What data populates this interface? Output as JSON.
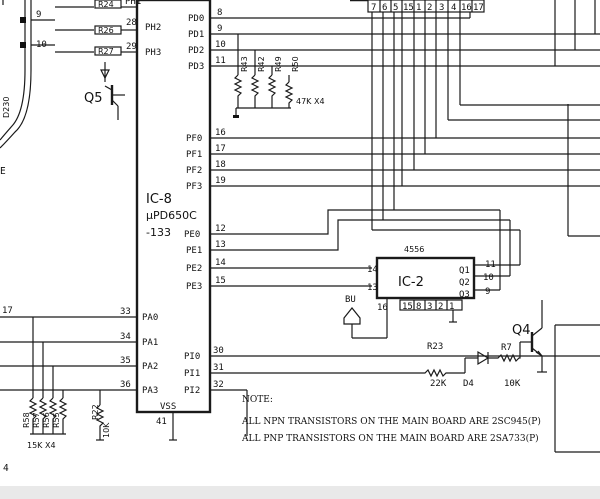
{
  "ic8": {
    "name": "IC-8",
    "part": "μPD650C",
    "suffix": "-133",
    "pins_right": [
      {
        "label": "PD0",
        "num": "8"
      },
      {
        "label": "PD1",
        "num": "9"
      },
      {
        "label": "PD2",
        "num": "10"
      },
      {
        "label": "PD3",
        "num": "11"
      },
      {
        "label": "PF0",
        "num": "16"
      },
      {
        "label": "PF1",
        "num": "17"
      },
      {
        "label": "PF2",
        "num": "18"
      },
      {
        "label": "PF3",
        "num": "19"
      },
      {
        "label": "PE0",
        "num": "12"
      },
      {
        "label": "PE1",
        "num": "13"
      },
      {
        "label": "PE2",
        "num": "14"
      },
      {
        "label": "PE3",
        "num": "15"
      },
      {
        "label": "PI0",
        "num": "30"
      },
      {
        "label": "PI1",
        "num": "31"
      },
      {
        "label": "PI2",
        "num": "32"
      }
    ],
    "pins_left": [
      {
        "label": "PH2",
        "num": "28"
      },
      {
        "label": "PH3",
        "num": "29"
      },
      {
        "label": "PA0",
        "num": "33"
      },
      {
        "label": "PA1",
        "num": "34"
      },
      {
        "label": "PA2",
        "num": "35"
      },
      {
        "label": "PA3",
        "num": "36"
      }
    ],
    "vss": "VSS",
    "vss_pin": "41"
  },
  "ic2": {
    "name": "IC-2",
    "part": "4556",
    "pins_left": [
      "14",
      "13"
    ],
    "pin_bottom_left": "16",
    "pins_bottom": [
      "15",
      "8",
      "3",
      "2",
      "1"
    ],
    "outputs": [
      {
        "label": "Q1",
        "num": "11"
      },
      {
        "label": "Q2",
        "num": "10"
      },
      {
        "label": "Q3",
        "num": "9"
      }
    ]
  },
  "top_connector": [
    "7",
    "6",
    "5",
    "15",
    "1",
    "2",
    "3",
    "4",
    "16",
    "17"
  ],
  "left_resistors": [
    "R24",
    "R26",
    "R27"
  ],
  "left_nets": [
    "9",
    "10",
    "17"
  ],
  "pull_resistors": [
    "R43",
    "R42",
    "R49",
    "R50"
  ],
  "pull_value": "47K X4",
  "bottom_resistors": [
    "R58",
    "R57",
    "R56",
    "R55"
  ],
  "bottom_value": "15K X4",
  "r22": "R22",
  "r22_value": "10K",
  "q5": "Q5",
  "d230": "D230",
  "edge_letter": "E",
  "bu": "BU",
  "q4": "Q4",
  "r23": "R23",
  "r23_value": "22K",
  "d4": "D4",
  "r7": "R7",
  "r7_value": "10K",
  "note_title": "NOTE:",
  "note_lines": [
    "ALL NPN TRANSISTORS ON THE MAIN BOARD ARE 2SC945(P)",
    "ALL PNP TRANSISTORS ON THE MAIN BOARD ARE 2SA733(P)"
  ],
  "page_number": "4"
}
